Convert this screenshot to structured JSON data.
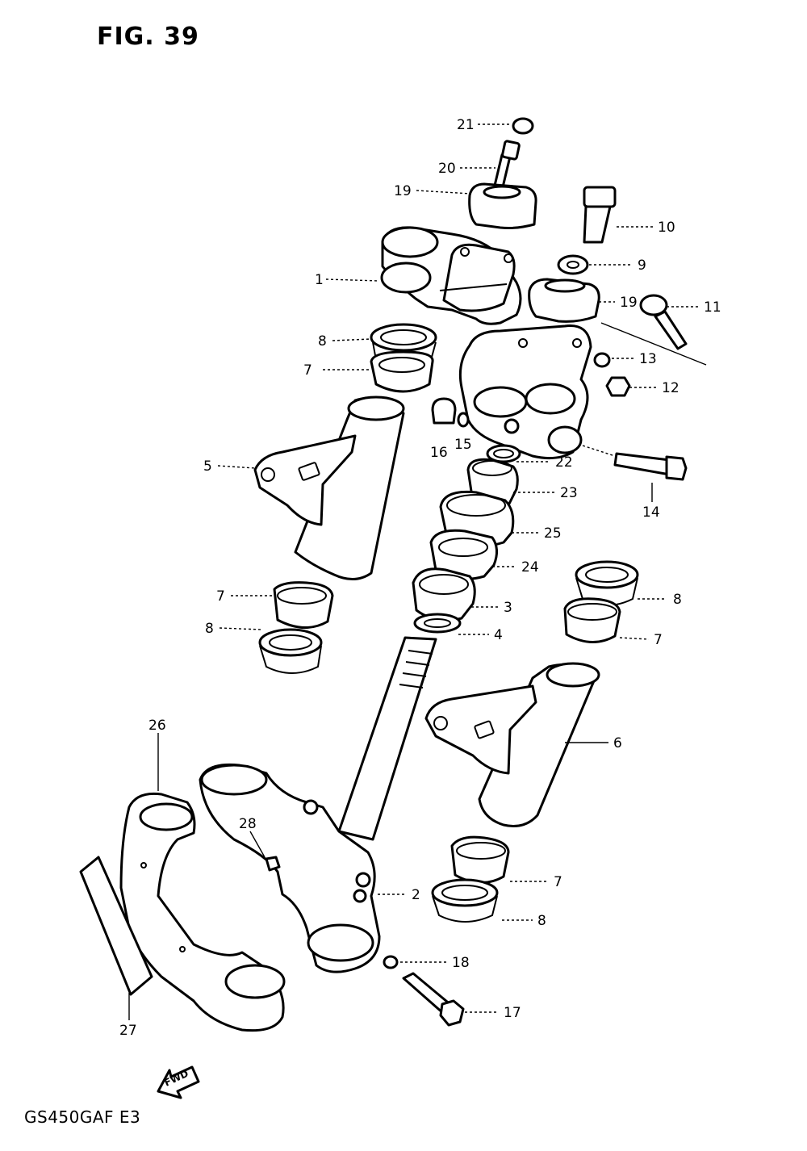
{
  "figure": {
    "title": "FIG. 39",
    "model": "GS450GAF E3"
  },
  "fwd_label": "FWD",
  "callouts": {
    "c1": "1",
    "c2": "2",
    "c3": "3",
    "c4": "4",
    "c5": "5",
    "c6": "6",
    "c7a": "7",
    "c7b": "7",
    "c7c": "7",
    "c7d": "7",
    "c8a": "8",
    "c8b": "8",
    "c8c": "8",
    "c8d": "8",
    "c9": "9",
    "c10": "10",
    "c11": "11",
    "c12": "12",
    "c13": "13",
    "c14": "14",
    "c15": "15",
    "c16": "16",
    "c17": "17",
    "c18": "18",
    "c19a": "19",
    "c19b": "19",
    "c20": "20",
    "c21": "21",
    "c22": "22",
    "c23": "23",
    "c24": "24",
    "c25": "25",
    "c26": "26",
    "c27": "27",
    "c28": "28"
  }
}
